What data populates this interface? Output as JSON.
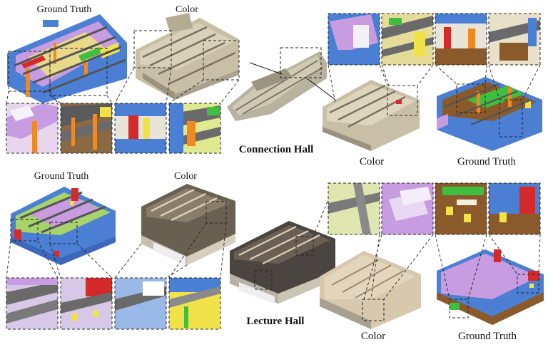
{
  "top": {
    "labels": {
      "gt_left": "Ground Truth",
      "color_left": "Color",
      "color_right": "Color",
      "gt_right": "Ground Truth"
    },
    "title": "Connection Hall"
  },
  "bottom": {
    "labels": {
      "gt_left": "Ground Truth",
      "color_left": "Color",
      "color_right": "Color",
      "gt_right": "Ground Truth"
    },
    "title": "Lecture Hall"
  },
  "colors": {
    "wall_blue": "#4a7fd4",
    "floor_purple": "#c89ce0",
    "yellow": "#f2e24a",
    "green": "#3fbf3f",
    "red": "#d42a2a",
    "orange": "#f08a20",
    "brown": "#8a5a2a",
    "color_stone": "#c8bfa6",
    "dark_roof": "#4a4540"
  }
}
